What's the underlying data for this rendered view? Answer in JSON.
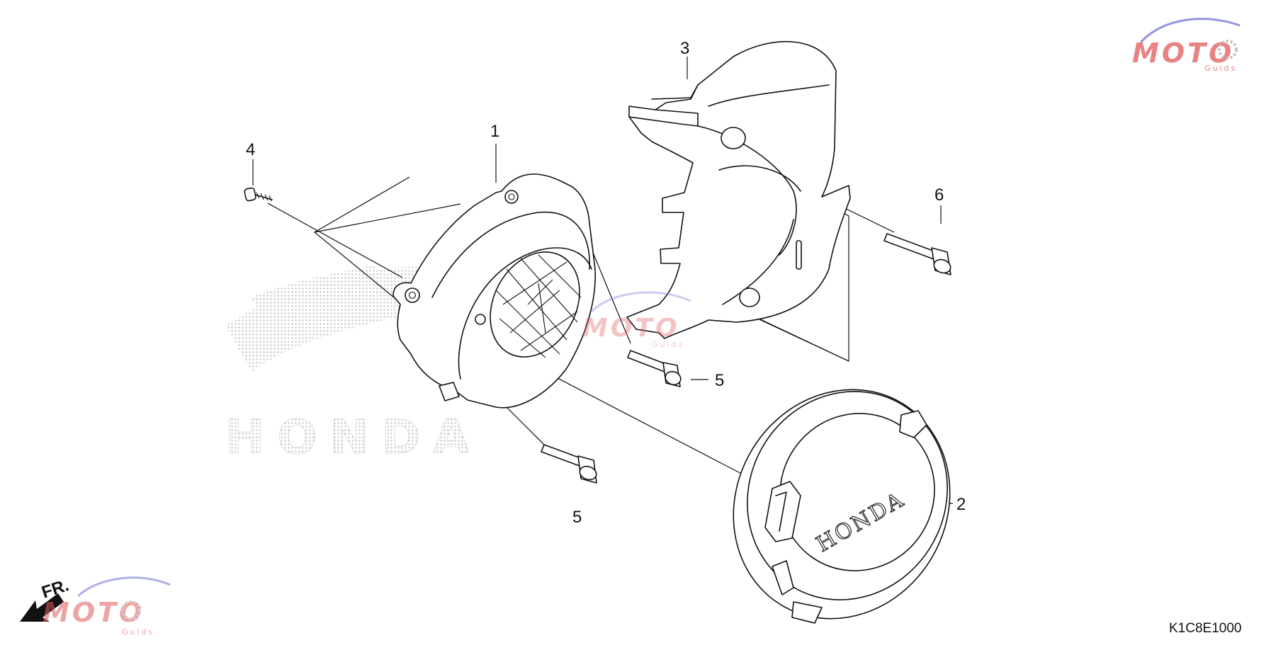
{
  "callouts": [
    {
      "id": "1",
      "label": "1"
    },
    {
      "id": "2",
      "label": "2"
    },
    {
      "id": "3",
      "label": "3"
    },
    {
      "id": "4",
      "label": "4"
    },
    {
      "id": "5a",
      "label": "5"
    },
    {
      "id": "5b",
      "label": "5"
    },
    {
      "id": "6",
      "label": "6"
    }
  ],
  "diagram_code": "K1C8E1000",
  "front_marker": "FR.",
  "cover_logo": "HONDA",
  "background_watermark": "HONDA",
  "watermark_brand": "MOTO",
  "watermark_sub": "Guids",
  "colors": {
    "line": "#111111",
    "watermark_red": "#e05a5a",
    "watermark_blue": "#6f6fd8",
    "dots": "#bdbdbd"
  }
}
